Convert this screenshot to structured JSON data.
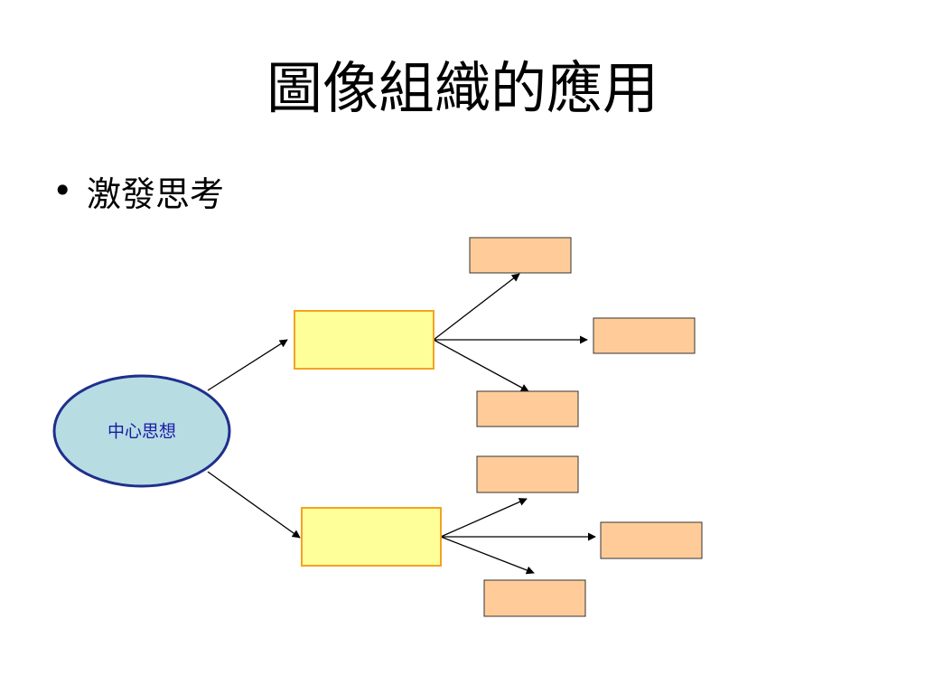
{
  "slide": {
    "title": "圖像組織的應用",
    "bullet_marker": "•",
    "bullet_text": "激發思考"
  },
  "diagram": {
    "center_node": {
      "label": "中心思想",
      "fill": "#b7dde3",
      "stroke": "#1f2f8c",
      "text_color": "#1a1aa6"
    },
    "branch_style": {
      "fill": "#ffff99",
      "stroke": "#f3a321"
    },
    "leaf_style": {
      "fill": "#ffcc99",
      "stroke": "#333333"
    },
    "branches": [
      {
        "label": "",
        "leaves": [
          "",
          "",
          ""
        ]
      },
      {
        "label": "",
        "leaves": [
          "",
          "",
          ""
        ]
      }
    ]
  }
}
